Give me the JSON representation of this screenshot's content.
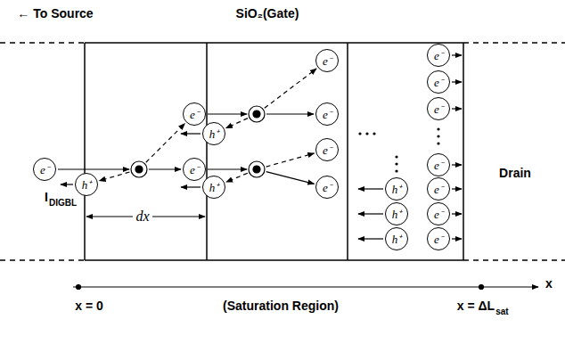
{
  "diagram": {
    "nodes": [
      {
        "text": [
          "e⁻"
        ]
      },
      {
        "text": [
          "e⁻"
        ]
      },
      {
        "text": [
          "e⁻"
        ]
      },
      {
        "text": [
          "h⁺"
        ]
      },
      {
        "text": [
          "e⁻"
        ]
      },
      {
        "text": [
          "e⁻"
        ]
      },
      {
        "text": [
          "e⁻"
        ]
      },
      {
        "text": [
          "e⁻"
        ]
      },
      {
        "text": [
          "h⁺"
        ]
      },
      {
        "text": [
          "h⁺"
        ]
      },
      {
        "text": [
          "e⁻"
        ]
      },
      {
        "text": [
          "e⁻"
        ]
      },
      {
        "text": [
          "e⁻"
        ]
      },
      {
        "text": [
          "e⁻"
        ]
      },
      {
        "text": [
          "e⁻"
        ]
      },
      {
        "text": [
          "e⁻"
        ]
      },
      {
        "text": [
          "e⁻"
        ]
      },
      {
        "text": [
          "h⁺"
        ]
      },
      {
        "text": [
          "h⁺"
        ]
      },
      {
        "text": [
          "h⁺"
        ]
      }
    ],
    "labels": [
      "← To Source",
      "SiO₂(Gate)",
      "Drain",
      "I",
      "DIGBL",
      "dx",
      "x",
      "x = 0",
      "(Saturation Region)",
      "x = ΔL",
      "sat"
    ]
  }
}
